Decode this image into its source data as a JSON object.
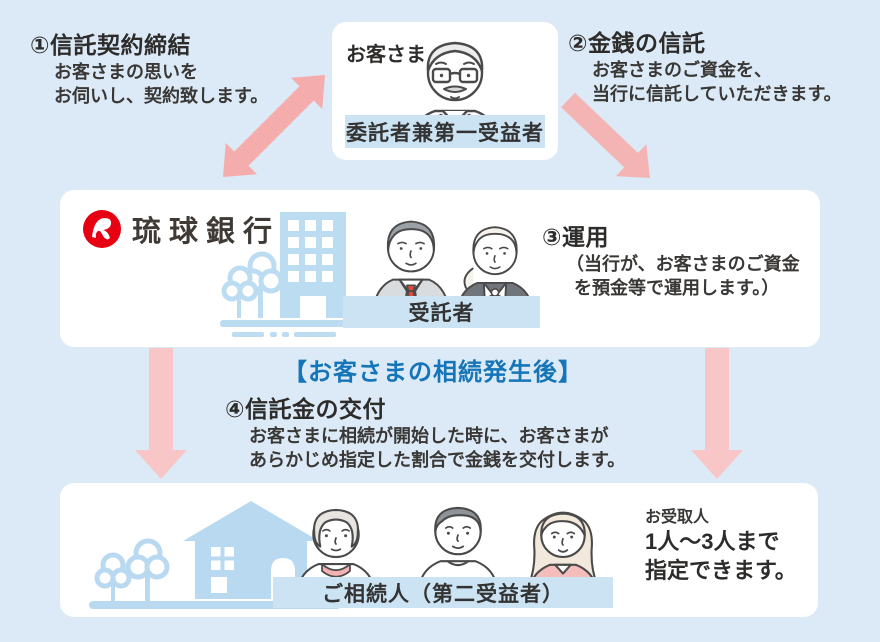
{
  "colors": {
    "background": "#dbeaf6",
    "card": "#ffffff",
    "label_band": "#cbe3f3",
    "heading_blue": "#1575b8",
    "arrow_pink": "#f5acac",
    "arrow_pink_light": "#f8c6c6",
    "logo_red": "#e60012",
    "vest_green": "#a9d4bc",
    "tie_red": "#e8473b",
    "illustration_blue": "#b9d9f0"
  },
  "steps": [
    {
      "title": "①信託契約締結",
      "lines": [
        "お客さまの思いを",
        "お伺いし、契約致します。"
      ]
    },
    {
      "title": "②金銭の信託",
      "lines": [
        "お客さまのご資金を、",
        "当行に信託していただきます。"
      ]
    },
    {
      "title": "③運用",
      "lines": [
        "（当行が、お客さまのご資金",
        "を預金等で運用します。）"
      ]
    },
    {
      "title": "④信託金の交付",
      "lines": [
        "お客さまに相続が開始した時に、お客さまが",
        "あらかじめ指定した割合で金銭を交付します。"
      ]
    }
  ],
  "customer": {
    "label": "お客さま",
    "role_band": "委託者兼第一受益者"
  },
  "bank": {
    "name": "琉球銀行",
    "role_band": "受託者"
  },
  "inheritance_heading": "【お客さまの相続発生後】",
  "heirs": {
    "role_band": "ご相続人（第二受益者）",
    "recipient": {
      "label": "お受取人",
      "lines": [
        "1人〜3人まで",
        "指定できます。"
      ]
    }
  }
}
